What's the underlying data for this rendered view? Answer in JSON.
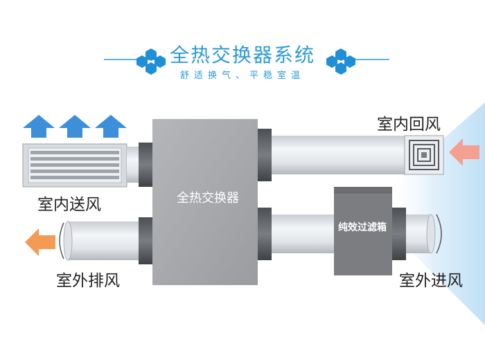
{
  "header": {
    "title": "全热交换器系统",
    "subtitle": "舒适换气、平稳室温"
  },
  "labels": {
    "indoor_supply": "室内送风",
    "outdoor_exhaust": "室外排风",
    "indoor_return": "室内回风",
    "outdoor_intake": "室外进风",
    "core": "全热交换器",
    "filter": "纯效过滤箱"
  },
  "colors": {
    "accent_blue": "#2b9ad6",
    "fresh_air_arrow": "#3d8fd9",
    "return_air_arrow": "#f4a090",
    "exhaust_arrow": "#f39a55",
    "core_box": "#a8aaad",
    "filter_box": "#7b7d80"
  },
  "icons": [
    "hexagon-cluster-icon",
    "arrow-up-icon",
    "arrow-left-icon",
    "vent-grille-icon",
    "square-diffuser-icon"
  ]
}
